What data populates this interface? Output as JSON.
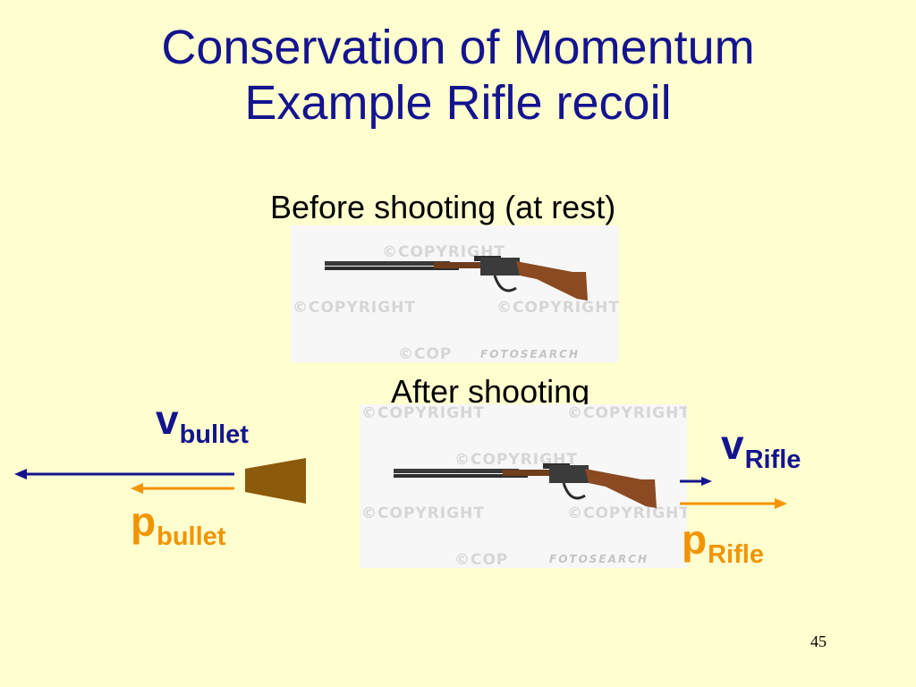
{
  "slide": {
    "title_line1": "Conservation of Momentum",
    "title_line2": "Example Rifle recoil",
    "before_caption": "Before shooting (at rest)",
    "after_caption": "After shooting",
    "page_number": "45"
  },
  "photo": {
    "watermark": "©COPYRIGHT",
    "watermark_partial": "©COP",
    "brand": "FOTOSEARCH"
  },
  "labels": {
    "v_bullet": {
      "symbol": "v",
      "subscript": "bullet"
    },
    "p_bullet": {
      "symbol": "p",
      "subscript": "bullet"
    },
    "v_rifle": {
      "symbol": "v",
      "subscript": "Rifle"
    },
    "p_rifle": {
      "symbol": "p",
      "subscript": "Rifle"
    }
  },
  "colors": {
    "title": "#14148f",
    "background": "#fefecf",
    "velocity_arrow": "#14148f",
    "momentum_arrow": "#f29400",
    "bullet": "#8b5a0b"
  }
}
